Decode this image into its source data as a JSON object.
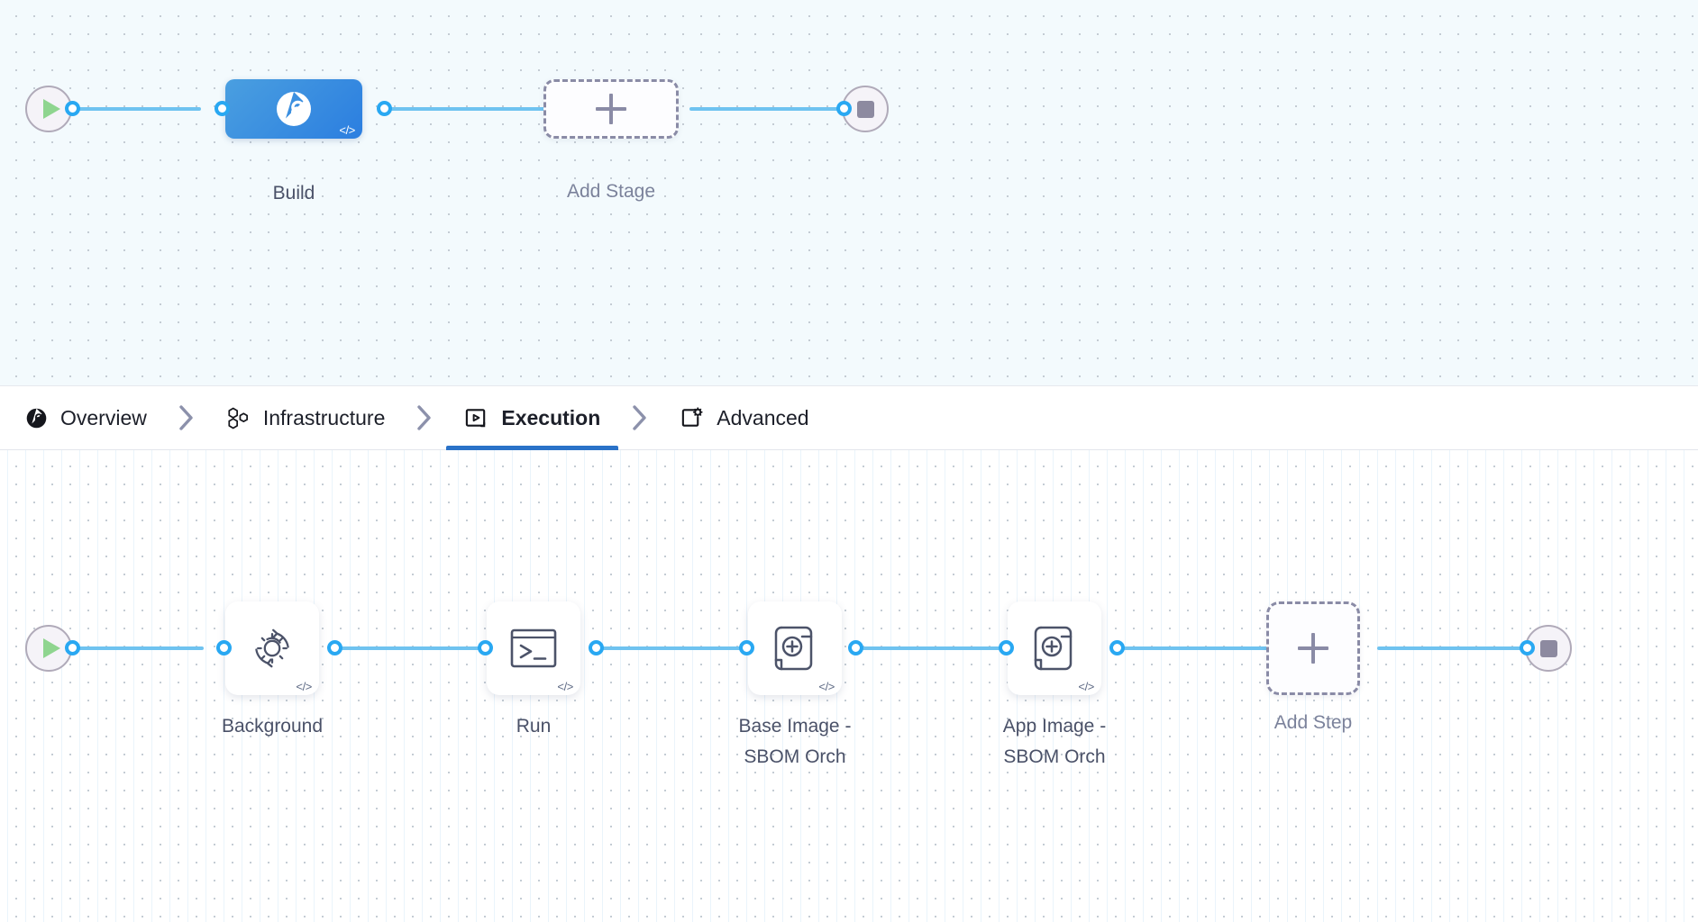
{
  "colors": {
    "edge": "#6fc3f0",
    "port_ring": "#29a8f2",
    "stage_node_start": "#4a9fe0",
    "stage_node_end": "#2b7ee0",
    "active_tab_underline": "#2a72c8",
    "play_green": "#8fd58f",
    "stop_gray": "#8d8aa0",
    "dashed_border": "#8a8ba6",
    "label_text": "#4a5168",
    "stage_canvas_bg": "#f3fafd",
    "step_canvas_bg": "#ffffff"
  },
  "stage_canvas": {
    "start_node": {
      "icon": "play-icon"
    },
    "end_node": {
      "icon": "stop-icon"
    },
    "nodes": [
      {
        "id": "build",
        "label": "Build",
        "icon": "harness-ci-icon",
        "badge": "</>",
        "type": "stage",
        "selected": true
      },
      {
        "id": "add-stage",
        "label": "Add Stage",
        "icon": "plus-icon",
        "type": "add"
      }
    ]
  },
  "tabs": {
    "items": [
      {
        "id": "overview",
        "label": "Overview",
        "icon": "harness-ci-icon",
        "active": false
      },
      {
        "id": "infrastructure",
        "label": "Infrastructure",
        "icon": "hexagons-icon",
        "active": false
      },
      {
        "id": "execution",
        "label": "Execution",
        "icon": "play-box-icon",
        "active": true
      },
      {
        "id": "advanced",
        "label": "Advanced",
        "icon": "square-gear-icon",
        "active": false
      }
    ],
    "separator_icon": "chevron-right-icon"
  },
  "step_canvas": {
    "start_node": {
      "icon": "play-icon"
    },
    "end_node": {
      "icon": "stop-icon"
    },
    "steps": [
      {
        "id": "background",
        "label": "Background",
        "icon": "gear-rotate-icon",
        "badge": "</>"
      },
      {
        "id": "run",
        "label": "Run",
        "icon": "terminal-icon",
        "badge": "</>"
      },
      {
        "id": "base-image-sbom",
        "label": "Base Image -\nSBOM Orch",
        "icon": "scroll-plus-icon",
        "badge": "</>"
      },
      {
        "id": "app-image-sbom",
        "label": "App Image -\nSBOM Orch",
        "icon": "scroll-plus-icon",
        "badge": "</>"
      },
      {
        "id": "add-step",
        "label": "Add Step",
        "icon": "plus-icon",
        "badge": ""
      }
    ]
  }
}
